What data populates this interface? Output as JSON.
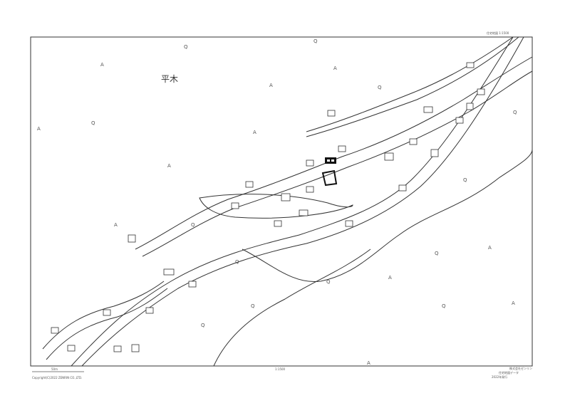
{
  "header": {
    "note": "住宅地図 1:1500"
  },
  "map": {
    "place_name": "平木",
    "scale_bar": "50m",
    "scale_ratio": "1:1500",
    "copyright": "Copyright(C)2022 ZENRIN CO.,LTD.",
    "footer_lines": [
      "株式会社ゼンリン",
      "住宅地図データ",
      "2022年発行"
    ]
  }
}
